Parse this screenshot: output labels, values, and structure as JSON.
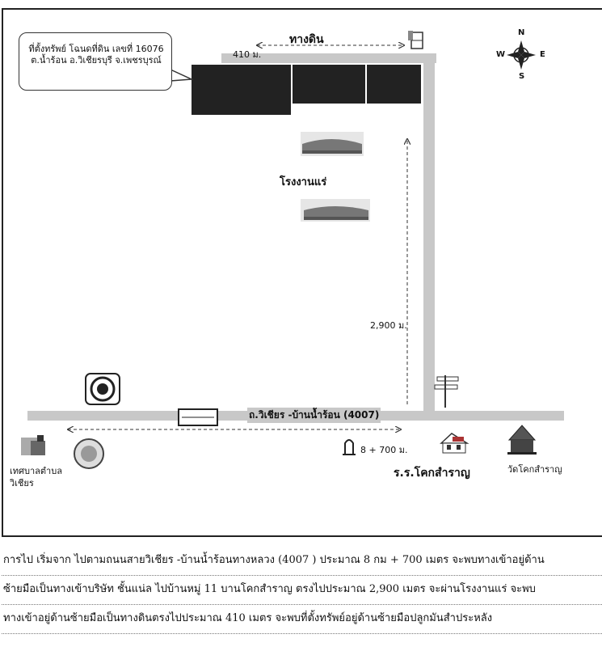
{
  "map": {
    "callout": {
      "line1": "ที่ตั้งทรัพย์ โฉนดที่ดิน เลขที่  16076",
      "line2": "ต.น้ำร้อน อ.วิเชียรบุรี  จ.เพชรบุรณ์"
    },
    "dirt_road_label": "ทางดิน",
    "distance_410": "410 ม.",
    "distance_2900": "2,900 ม.",
    "factory_label": "โรงงานแร่",
    "main_road_label": "ถ.วิเชียร -บ้านน้ำร้อน (4007)",
    "km_marker": "8 + 700  ม.",
    "school_label": "ร.ร.โคกสำราญ",
    "temple_label": "วัดโคกสำราญ",
    "municipality_label_line1": "เทศบาลตำบล",
    "municipality_label_line2": "วิเชียร",
    "compass": {
      "n": "N",
      "s": "S",
      "e": "E",
      "w": "W"
    }
  },
  "directions": {
    "line1": "การไป   เริ่มจาก ไปตามถนนสายวิเชียร -บ้านน้ำร้อนทางหลวง (4007 ) ประมาณ 8 กม +  700  เมตร จะพบทางเข้าอยู่ด้าน",
    "line2": "ซ้ายมือเป็นทางเข้าบริษัท ชั้นแน่ล ไปบ้านหมู่ 11 บานโคกสำราญ  ตรงไปประมาณ 2,900  เมตร จะผ่านโรงงานแร่ จะพบ",
    "line3": "ทางเข้าอยู่ด้านซ้ายมือเป็นทางดินตรงไปประมาณ 410 เมตร จะพบที่ตั้งทรัพย์อยู่ด้านซ้ายมือปลูกมันสำประหลัง"
  }
}
